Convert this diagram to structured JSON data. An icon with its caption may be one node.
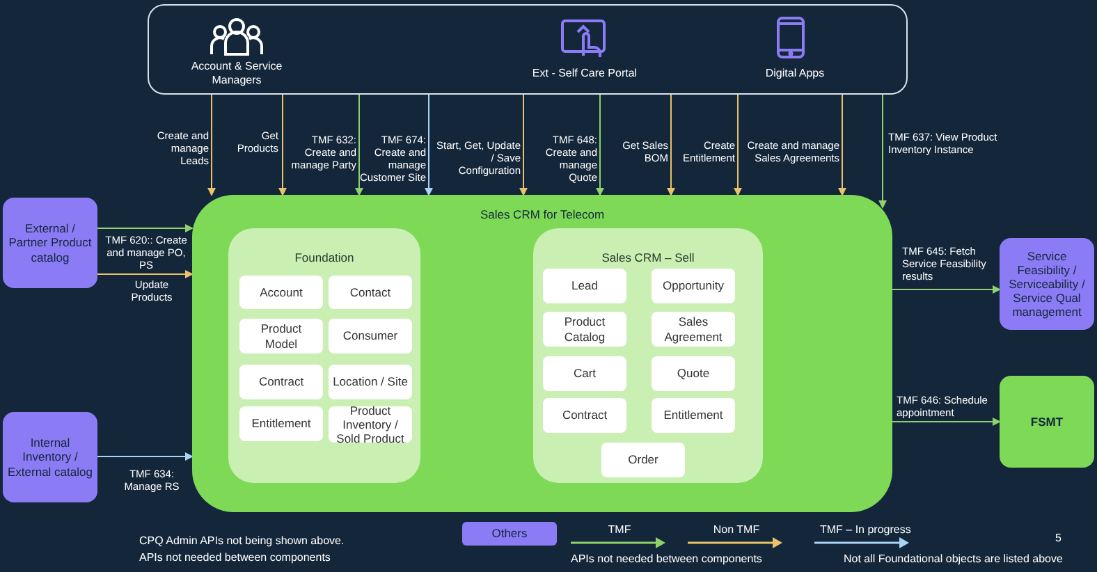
{
  "diagram": {
    "nodes": [
      {
        "text": [
          "Account & Service Managers",
          "Ext - Self Care Portal",
          "Digital Apps"
        ]
      },
      {
        "text": [
          "External / Partner Product catalog"
        ]
      },
      {
        "text": [
          "Internal Inventory / External catalog"
        ]
      },
      {
        "text": [
          "Sales CRM for Telecom"
        ]
      },
      {
        "text": [
          "Foundation"
        ],
        "in": 3
      },
      {
        "text": [
          "Account"
        ],
        "in": 4
      },
      {
        "text": [
          "Contact"
        ],
        "in": 4
      },
      {
        "text": [
          "Product Model"
        ],
        "in": 4
      },
      {
        "text": [
          "Consumer"
        ],
        "in": 4
      },
      {
        "text": [
          "Contract"
        ],
        "in": 4
      },
      {
        "text": [
          "Location / Site"
        ],
        "in": 4
      },
      {
        "text": [
          "Entitlement"
        ],
        "in": 4
      },
      {
        "text": [
          "Product Inventory / Sold Product"
        ],
        "in": 4
      },
      {
        "text": [
          "Sales CRM – Sell"
        ],
        "in": 3
      },
      {
        "text": [
          "Lead"
        ],
        "in": 13
      },
      {
        "text": [
          "Opportunity"
        ],
        "in": 13
      },
      {
        "text": [
          "Product Catalog"
        ],
        "in": 13
      },
      {
        "text": [
          "Sales Agreement"
        ],
        "in": 13
      },
      {
        "text": [
          "Cart"
        ],
        "in": 13
      },
      {
        "text": [
          "Quote"
        ],
        "in": 13
      },
      {
        "text": [
          "Contract"
        ],
        "in": 13
      },
      {
        "text": [
          "Entitlement"
        ],
        "in": 13
      },
      {
        "text": [
          "Order"
        ],
        "in": 13
      },
      {
        "text": [
          "Service Feasibility / Serviceability / Service Qual management"
        ]
      },
      {
        "text": [
          "FSMT"
        ]
      }
    ],
    "edges": [
      {
        "from": 0,
        "to": 3,
        "arrow": "to",
        "label": "Create and manage Leads",
        "color": "#e8c36a"
      },
      {
        "from": 0,
        "to": 3,
        "arrow": "to",
        "label": "Get Products",
        "color": "#e8c36a"
      },
      {
        "from": 0,
        "to": 3,
        "arrow": "to",
        "label": "TMF 632: Create and manage Party",
        "color": "#8fd16a"
      },
      {
        "from": 0,
        "to": 3,
        "arrow": "to",
        "label": "TMF 674: Create and manage Customer Site",
        "color": "#a9d4f5"
      },
      {
        "from": 0,
        "to": 3,
        "arrow": "to",
        "label": "Start, Get, Update / Save Configuration",
        "color": "#e8c36a"
      },
      {
        "from": 0,
        "to": 3,
        "arrow": "to",
        "label": "TMF 648: Create and manage Quote",
        "color": "#8fd16a"
      },
      {
        "from": 0,
        "to": 3,
        "arrow": "to",
        "label": "Get Sales BOM",
        "color": "#e8c36a"
      },
      {
        "from": 0,
        "to": 3,
        "arrow": "to",
        "label": "Create Entitlement",
        "color": "#e8c36a"
      },
      {
        "from": 0,
        "to": 3,
        "arrow": "to",
        "label": "Create and manage Sales Agreements",
        "color": "#e8c36a"
      },
      {
        "from": 0,
        "to": 3,
        "arrow": "to",
        "label": "TMF 637: View Product Inventory Instance",
        "color": "#8fd16a"
      },
      {
        "from": 1,
        "to": 3,
        "arrow": "to",
        "label": "TMF 620:: Create and manage PO, PS",
        "color": "#8fd16a"
      },
      {
        "from": 1,
        "to": 3,
        "arrow": "to",
        "label": "Update Products",
        "color": "#e8c36a"
      },
      {
        "from": 2,
        "to": 3,
        "arrow": "to",
        "label": "TMF 634: Manage RS",
        "color": "#a9d4f5"
      },
      {
        "from": 3,
        "to": 23,
        "arrow": "to",
        "label": "TMF 645: Fetch Service Feasibility results",
        "color": "#8fd16a"
      },
      {
        "from": 3,
        "to": 24,
        "arrow": "to",
        "label": "TMF 646: Schedule appointment",
        "color": "#8fd16a"
      }
    ],
    "labels": [
      "CPQ Admin APIs not being shown above.",
      "APIs not needed between components",
      "APIs not needed between components",
      "Not all Foundational objects are listed above",
      "5"
    ],
    "legend": [
      {
        "text": "Others",
        "color": "#8b7cf6"
      },
      {
        "text": "TMF"
      },
      {
        "text": "Non TMF"
      },
      {
        "text": "TMF – In progress"
      }
    ]
  }
}
